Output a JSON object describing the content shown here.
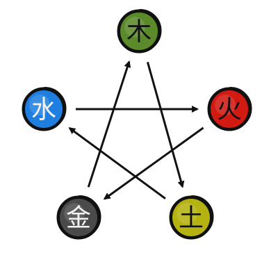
{
  "elements": [
    {
      "key": "wood",
      "label": "木",
      "color": "#5a8a2a",
      "glyph_color": "#111111",
      "icon": "wood-element-circle"
    },
    {
      "key": "fire",
      "label": "火",
      "color": "#d01a12",
      "glyph_color": "#111111",
      "icon": "fire-element-circle"
    },
    {
      "key": "earth",
      "label": "土",
      "color": "#b5b312",
      "glyph_color": "#111111",
      "icon": "earth-element-circle"
    },
    {
      "key": "metal",
      "label": "金",
      "color": "#4a4a4a",
      "glyph_color": "#f2f2f2",
      "icon": "metal-element-circle"
    },
    {
      "key": "water",
      "label": "水",
      "color": "#1f7fe0",
      "glyph_color": "#f2f2f2",
      "icon": "water-element-circle"
    }
  ],
  "arrows": [
    {
      "from": "water",
      "to": "fire"
    },
    {
      "from": "fire",
      "to": "metal"
    },
    {
      "from": "metal",
      "to": "wood"
    },
    {
      "from": "wood",
      "to": "earth"
    },
    {
      "from": "earth",
      "to": "water"
    }
  ],
  "arrow_color": "#111111",
  "ring_color": "#111111"
}
